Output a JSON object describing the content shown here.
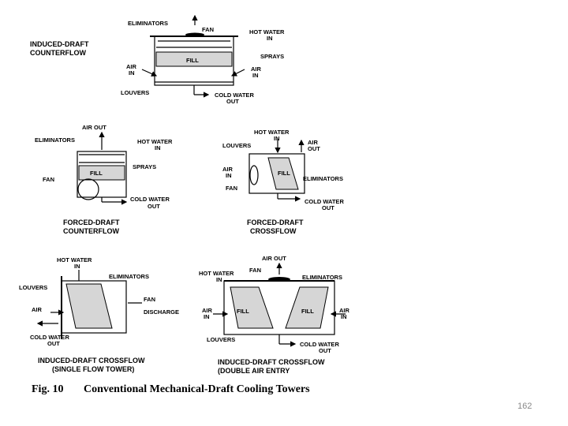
{
  "diagrams": {
    "d1": {
      "title_line1": "INDUCED-DRAFT",
      "title_line2": "COUNTERFLOW",
      "eliminators": "ELIMINATORS",
      "fan": "FAN",
      "hot_water_1": "HOT WATER",
      "hot_water_2": "IN",
      "fill": "FILL",
      "sprays": "SPRAYS",
      "air_in_left_1": "AIR",
      "air_in_left_2": "IN",
      "air_in_right_1": "AIR",
      "air_in_right_2": "IN",
      "louvers": "LOUVERS",
      "cold_water_1": "COLD WATER",
      "cold_water_2": "OUT"
    },
    "d2": {
      "title_line1": "FORCED-DRAFT",
      "title_line2": "COUNTERFLOW",
      "air_out": "AIR OUT",
      "eliminators": "ELIMINATORS",
      "hot_water_1": "HOT WATER",
      "hot_water_2": "IN",
      "fill": "FILL",
      "sprays": "SPRAYS",
      "fan": "FAN",
      "cold_water_1": "COLD WATER",
      "cold_water_2": "OUT"
    },
    "d3": {
      "title_line1": "FORCED-DRAFT",
      "title_line2": "CROSSFLOW",
      "hot_water_1": "HOT WATER",
      "hot_water_2": "IN",
      "louvers": "LOUVERS",
      "air_out_1": "AIR",
      "air_out_2": "OUT",
      "air_in_1": "AIR",
      "air_in_2": "IN",
      "fill": "FILL",
      "eliminators": "ELIMINATORS",
      "fan": "FAN",
      "cold_water_1": "COLD WATER",
      "cold_water_2": "OUT"
    },
    "d4": {
      "title_line1": "INDUCED-DRAFT CROSSFLOW",
      "title_line2": "(SINGLE FLOW TOWER)",
      "hot_water_1": "HOT WATER",
      "hot_water_2": "IN",
      "eliminators": "ELIMINATORS",
      "louvers": "LOUVERS",
      "fan": "FAN",
      "discharge": "DISCHARGE",
      "air": "AIR",
      "cold_water_1": "COLD WATER",
      "cold_water_2": "OUT"
    },
    "d5": {
      "title_line1": "INDUCED-DRAFT CROSSFLOW",
      "title_line2": "(DOUBLE AIR ENTRY",
      "air_out": "AIR OUT",
      "hot_water_1": "HOT WATER",
      "hot_water_2": "IN",
      "fan": "FAN",
      "eliminators": "ELIMINATORS",
      "fill_left": "FILL",
      "fill_right": "FILL",
      "air_in_left_1": "AIR",
      "air_in_left_2": "IN",
      "air_in_right_1": "AIR",
      "air_in_right_2": "IN",
      "louvers": "LOUVERS",
      "cold_water_1": "COLD WATER",
      "cold_water_2": "OUT"
    }
  },
  "caption": {
    "number": "Fig. 10",
    "text": "Conventional Mechanical-Draft Cooling Towers"
  },
  "page_number": "162"
}
